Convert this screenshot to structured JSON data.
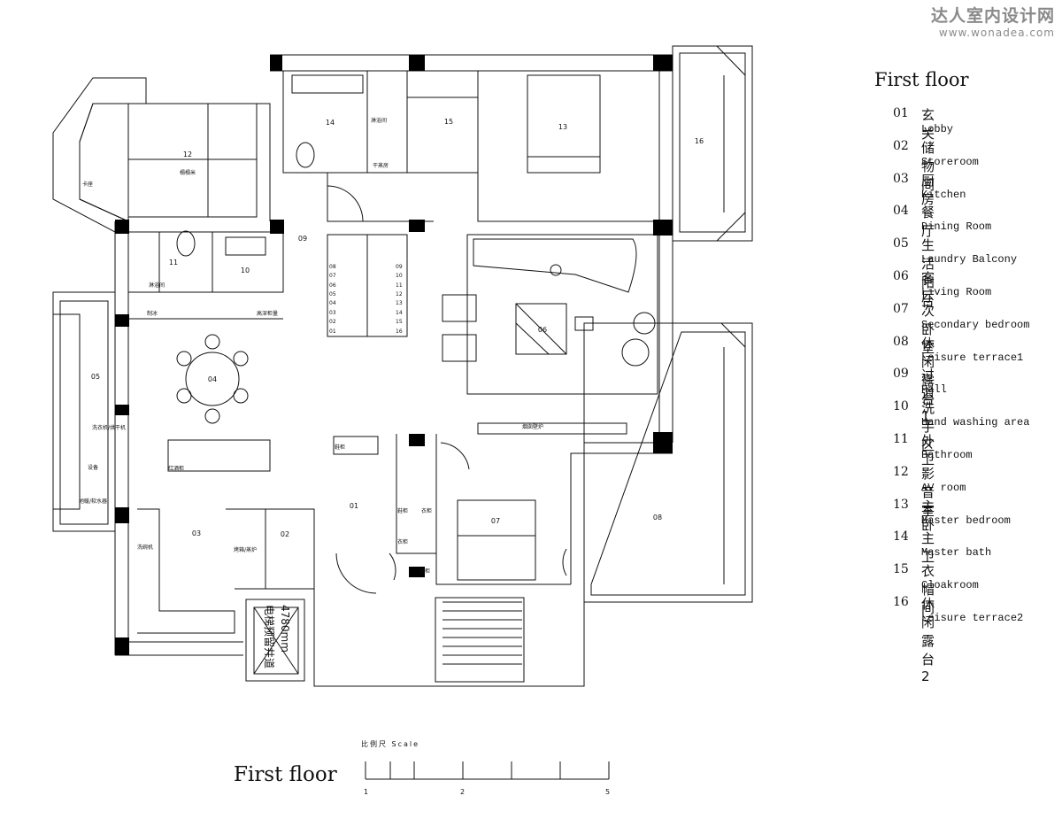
{
  "watermark": {
    "brand": "达人室内设计网",
    "url": "www.wonadea.com"
  },
  "legend": {
    "title": "First floor",
    "items": [
      {
        "num": "01",
        "zh": "玄关",
        "en": "Lobby"
      },
      {
        "num": "02",
        "zh": "储物间",
        "en": "Storeroom"
      },
      {
        "num": "03",
        "zh": "厨房",
        "en": "Kitchen"
      },
      {
        "num": "04",
        "zh": "餐厅",
        "en": "Dining Room"
      },
      {
        "num": "05",
        "zh": "生活阳台",
        "en": "Laundry Balcony"
      },
      {
        "num": "06",
        "zh": "客厅",
        "en": "Living Room"
      },
      {
        "num": "07",
        "zh": "次卧室",
        "en": "Secondary bedroom"
      },
      {
        "num": "08",
        "zh": "休闲露台1",
        "en": "Leisure terrace1"
      },
      {
        "num": "09",
        "zh": "过道",
        "en": "Hall"
      },
      {
        "num": "10",
        "zh": "洗手区",
        "en": "Hand washing area"
      },
      {
        "num": "11",
        "zh": "外卫",
        "en": "Bathroom"
      },
      {
        "num": "12",
        "zh": "影音室",
        "en": "AV room"
      },
      {
        "num": "13",
        "zh": "主卧",
        "en": "Master bedroom"
      },
      {
        "num": "14",
        "zh": "主卫",
        "en": "Master bath"
      },
      {
        "num": "15",
        "zh": "衣帽间",
        "en": "Cloakroom"
      },
      {
        "num": "16",
        "zh": "休闲露台2",
        "en": "Leisure terrace2"
      }
    ]
  },
  "footer": {
    "title": "First floor",
    "scale_caption": "比例尺  Scale",
    "scale_numbers": [
      "1",
      "2",
      "5"
    ]
  },
  "plan": {
    "room_numbers": [
      "01",
      "02",
      "03",
      "04",
      "05",
      "06",
      "07",
      "08",
      "09",
      "10",
      "11",
      "12",
      "13",
      "14",
      "15",
      "16"
    ],
    "annotations": {
      "tatami": "榻榻米",
      "seat": "卡座",
      "shower_14": "淋浴间",
      "sauna": "干蒸房",
      "shower_11": "淋浴间",
      "icemaker": "制冰",
      "tall_cabinet": "高深柜量",
      "wine_cabinet": "红酒柜",
      "shoe_cabinet": "鞋柜",
      "fireplace": "烟囱壁炉",
      "washer_dryer": "洗衣机/烘干机",
      "equipment": "设备",
      "heater_softener": "地暖/软水器",
      "dishwasher": "洗碗机",
      "oven_steamer": "烤箱/蒸炉",
      "shoe_cab2": "鞋柜",
      "wardrobe1": "衣柜",
      "wardrobe2": "衣柜",
      "hanger": "衣柜",
      "elevator_note": "电梯预留井道",
      "elevator_dim": "4780mm"
    },
    "stair_steps_left": [
      "08",
      "07",
      "06",
      "05",
      "04",
      "03",
      "02",
      "01"
    ],
    "stair_steps_right": [
      "09",
      "10",
      "11",
      "12",
      "13",
      "14",
      "15",
      "16"
    ]
  }
}
